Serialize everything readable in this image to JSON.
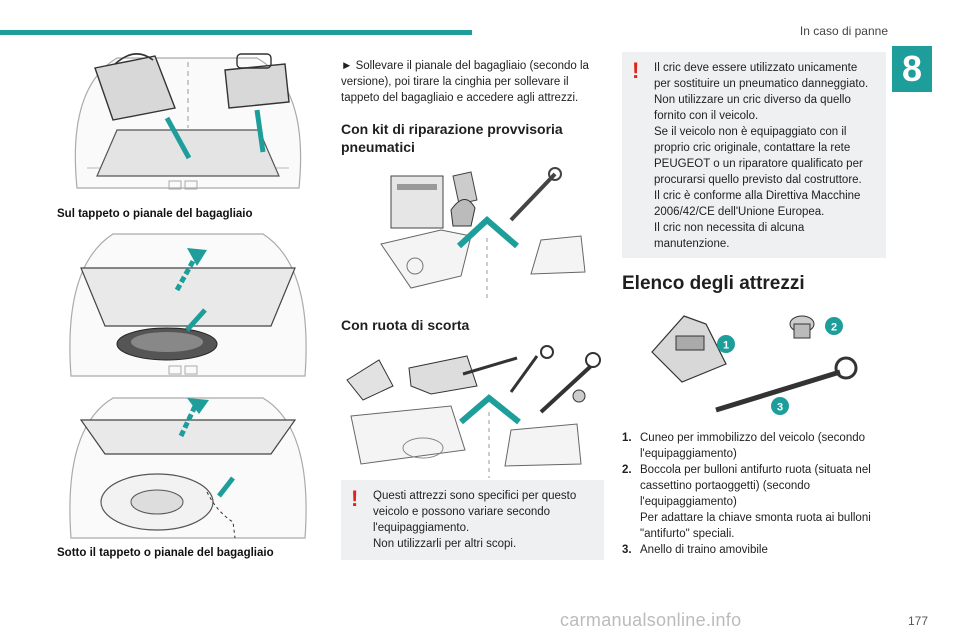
{
  "header": {
    "section_title": "In caso di panne",
    "chapter_number": "8",
    "page_number": "177"
  },
  "watermark": "carmanualsonline.info",
  "left": {
    "caption1": "Sul tappeto o pianale del bagagliaio",
    "caption2": "Sotto il tappeto o pianale del bagagliaio"
  },
  "middle": {
    "intro": "► Sollevare il pianale del bagagliaio (secondo la versione), poi tirare la cinghia per sollevare il tappeto del bagagliaio e accedere agli attrezzi.",
    "heading1": "Con kit di riparazione provvisoria pneumatici",
    "heading2": "Con ruota di scorta",
    "warning": [
      "Questi attrezzi sono specifici per questo veicolo e possono variare secondo l'equipaggiamento.",
      "Non utilizzarli per altri scopi."
    ]
  },
  "right": {
    "warning": [
      "Il cric deve essere utilizzato unicamente per sostituire un pneumatico danneggiato.",
      "Non utilizzare un cric diverso da quello fornito con il veicolo.",
      "Se il veicolo non è equipaggiato con il proprio cric originale, contattare la rete PEUGEOT o un riparatore qualificato per procurarsi quello previsto dal costruttore.",
      "Il cric è conforme alla Direttiva Macchine 2006/42/CE dell'Unione Europea.",
      "Il cric non necessita di alcuna manutenzione."
    ],
    "heading": "Elenco degli attrezzi",
    "callouts": [
      "1",
      "2",
      "3"
    ],
    "list": [
      {
        "num": "1.",
        "text": "Cuneo per immobilizzo del veicolo (secondo l'equipaggiamento)"
      },
      {
        "num": "2.",
        "text": "Boccola per bulloni antifurto ruota (situata nel cassettino portaoggetti) (secondo l'equipaggiamento)"
      },
      {
        "num": "",
        "text": "Per adattare la chiave smonta ruota ai bulloni \"antifurto\" speciali."
      },
      {
        "num": "3.",
        "text": "Anello di traino amovibile"
      }
    ]
  },
  "colors": {
    "accent": "#1d9e9a",
    "warning_red": "#e2231a",
    "warn_bg": "#eef0f1"
  }
}
